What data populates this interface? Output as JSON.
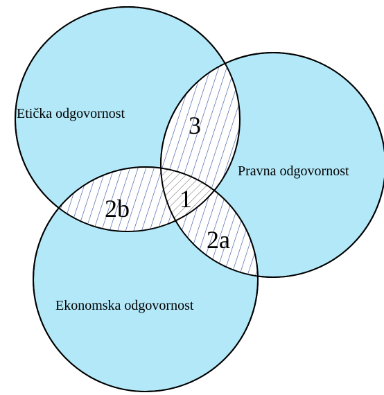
{
  "colors": {
    "circle_fill": "#b3e8f8",
    "outline": "#000000",
    "hatch": "#2f4a9a",
    "background": "#ffffff"
  },
  "sets": {
    "ethical": "Etička odgovornost",
    "legal": "Pravna odgovornost",
    "economic": "Ekonomska odgovornost"
  },
  "regions": {
    "ethical_legal": "3",
    "ethical_economic": "2b",
    "legal_economic": "2a",
    "all_three": "1"
  }
}
